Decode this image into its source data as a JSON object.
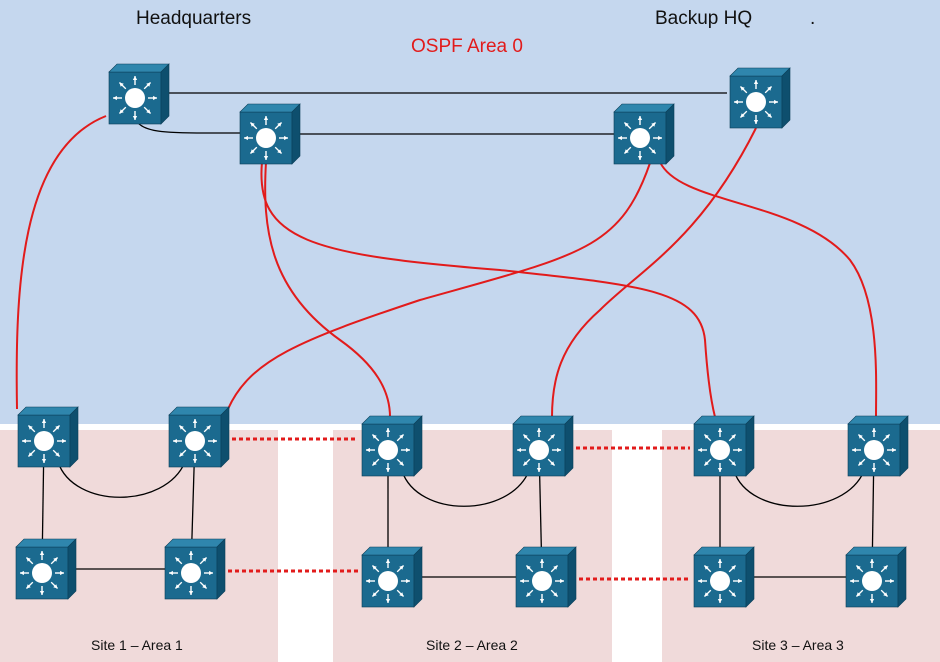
{
  "labels": {
    "headquarters": "Headquarters",
    "backup_hq": "Backup HQ",
    "dot": ".",
    "area0": "OSPF Area 0",
    "site1": "Site 1 – Area 1",
    "site2": "Site 2 – Area 2",
    "site3": "Site 3 – Area 3"
  },
  "colors": {
    "area0_background": "#c5d7ee",
    "site_background": "#f0dada",
    "switch_front": "#1b6a8f",
    "switch_top": "#2f86ad",
    "switch_side": "#0e4f6e",
    "ospf_link": "#e21b1b",
    "local_link": "#000000",
    "area0_label": "#e21b1b"
  },
  "switches": [
    {
      "id": "hq1",
      "role": "headquarters-core-1",
      "icon": "layer3-switch-icon"
    },
    {
      "id": "hq2",
      "role": "headquarters-core-2",
      "icon": "layer3-switch-icon"
    },
    {
      "id": "bk1",
      "role": "backup-hq-core-1",
      "icon": "layer3-switch-icon"
    },
    {
      "id": "bk2",
      "role": "backup-hq-core-2",
      "icon": "layer3-switch-icon"
    },
    {
      "id": "s1a",
      "role": "site-1-top-left",
      "icon": "layer3-switch-icon"
    },
    {
      "id": "s1b",
      "role": "site-1-top-right",
      "icon": "layer3-switch-icon"
    },
    {
      "id": "s1c",
      "role": "site-1-bottom-left",
      "icon": "layer3-switch-icon"
    },
    {
      "id": "s1d",
      "role": "site-1-bottom-right",
      "icon": "layer3-switch-icon"
    },
    {
      "id": "s2a",
      "role": "site-2-top-left",
      "icon": "layer3-switch-icon"
    },
    {
      "id": "s2b",
      "role": "site-2-top-right",
      "icon": "layer3-switch-icon"
    },
    {
      "id": "s2c",
      "role": "site-2-bottom-left",
      "icon": "layer3-switch-icon"
    },
    {
      "id": "s2d",
      "role": "site-2-bottom-right",
      "icon": "layer3-switch-icon"
    },
    {
      "id": "s3a",
      "role": "site-3-top-left",
      "icon": "layer3-switch-icon"
    },
    {
      "id": "s3b",
      "role": "site-3-top-right",
      "icon": "layer3-switch-icon"
    },
    {
      "id": "s3c",
      "role": "site-3-bottom-left",
      "icon": "layer3-switch-icon"
    },
    {
      "id": "s3d",
      "role": "site-3-bottom-right",
      "icon": "layer3-switch-icon"
    }
  ],
  "links": {
    "core_black": [
      [
        "hq1",
        "bk1"
      ],
      [
        "hq1",
        "bk2"
      ],
      [
        "hq2",
        "bk2"
      ]
    ],
    "site_black": [
      [
        "s1a",
        "s1b"
      ],
      [
        "s1a",
        "s1c"
      ],
      [
        "s1c",
        "s1d"
      ],
      [
        "s1b",
        "s1d"
      ],
      [
        "s2a",
        "s2b"
      ],
      [
        "s2a",
        "s2c"
      ],
      [
        "s2c",
        "s2d"
      ],
      [
        "s2b",
        "s2d"
      ],
      [
        "s3a",
        "s3b"
      ],
      [
        "s3a",
        "s3c"
      ],
      [
        "s3c",
        "s3d"
      ],
      [
        "s3b",
        "s3d"
      ]
    ],
    "uplinks_red": [
      [
        "hq1",
        "s1a"
      ],
      [
        "bk2",
        "s1b"
      ],
      [
        "hq2",
        "s2a"
      ],
      [
        "bk1",
        "s2b"
      ],
      [
        "hq2",
        "s3a"
      ],
      [
        "bk2",
        "s3b"
      ]
    ],
    "inter_site_dashed": [
      [
        "s1b",
        "s2a"
      ],
      [
        "s1d",
        "s2c"
      ],
      [
        "s2b",
        "s3a"
      ],
      [
        "s2d",
        "s3c"
      ]
    ]
  }
}
